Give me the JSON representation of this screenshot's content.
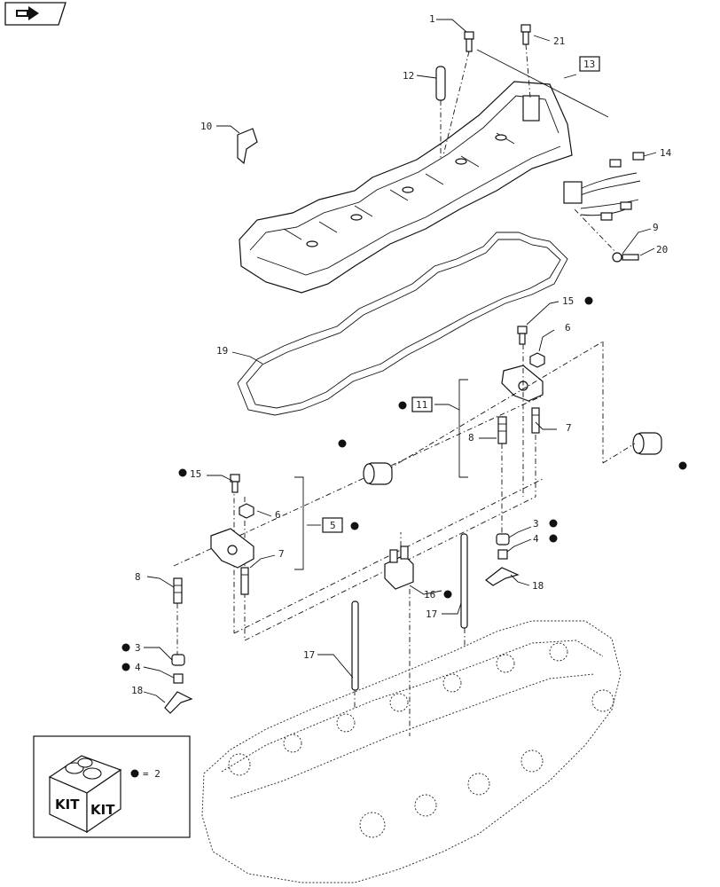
{
  "nav": {
    "icon": "next-page-arrow-icon"
  },
  "callouts": [
    {
      "id": "c1",
      "text": "1"
    },
    {
      "id": "c21",
      "text": "21"
    },
    {
      "id": "c12",
      "text": "12"
    },
    {
      "id": "c13",
      "text": "13",
      "boxed": true
    },
    {
      "id": "c10",
      "text": "10"
    },
    {
      "id": "c14",
      "text": "14"
    },
    {
      "id": "c9",
      "text": "9"
    },
    {
      "id": "c20",
      "text": "20"
    },
    {
      "id": "c19",
      "text": "19"
    },
    {
      "id": "c15a",
      "text": "15",
      "kit": true
    },
    {
      "id": "c6a",
      "text": "6"
    },
    {
      "id": "c11",
      "text": "11",
      "boxed": true,
      "kit": true
    },
    {
      "id": "c8a",
      "text": "8"
    },
    {
      "id": "c7a",
      "text": "7"
    },
    {
      "id": "c15b",
      "text": "15",
      "kit": true
    },
    {
      "id": "c6b",
      "text": "6"
    },
    {
      "id": "c5",
      "text": "5",
      "boxed": true,
      "kit": true
    },
    {
      "id": "c7b",
      "text": "7"
    },
    {
      "id": "c3a",
      "text": "3",
      "kit": true
    },
    {
      "id": "c4a",
      "text": "4",
      "kit": true
    },
    {
      "id": "c18a",
      "text": "18"
    },
    {
      "id": "c16",
      "text": "16",
      "kit": true
    },
    {
      "id": "c17a",
      "text": "17"
    },
    {
      "id": "c8b",
      "text": "8"
    },
    {
      "id": "c17b",
      "text": "17"
    },
    {
      "id": "c3b",
      "text": "3",
      "kit": true
    },
    {
      "id": "c4b",
      "text": "4",
      "kit": true
    },
    {
      "id": "c18b",
      "text": "18"
    }
  ],
  "legend": {
    "kit_label_1": "KIT",
    "kit_label_2": "KIT",
    "equals": "= 2"
  }
}
